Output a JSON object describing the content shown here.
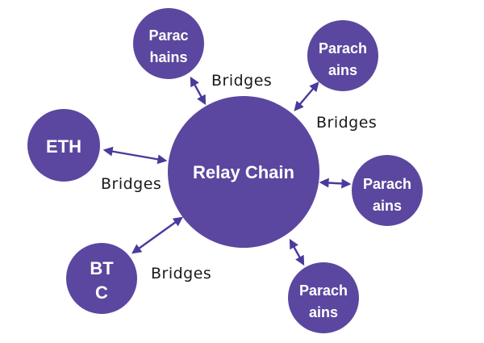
{
  "nodes": {
    "relay_chain": {
      "label": "Relay Chain",
      "color": "#5b479f"
    },
    "parachain_top_left": {
      "lines": [
        "Parac",
        "hains"
      ],
      "color": "#5b479f"
    },
    "parachain_top_right": {
      "lines": [
        "Parach",
        "ains"
      ],
      "color": "#5b479f"
    },
    "parachain_right": {
      "lines": [
        "Parach",
        "ains"
      ],
      "color": "#5b479f"
    },
    "parachain_bottom_right": {
      "lines": [
        "Parach",
        "ains"
      ],
      "color": "#5b479f"
    },
    "eth": {
      "label": "ETH",
      "color": "#5b479f"
    },
    "btc": {
      "lines": [
        "BT",
        "C"
      ],
      "color": "#5b479f"
    }
  },
  "bridges": {
    "top": "Bridges",
    "upper_right": "Bridges",
    "left": "Bridges",
    "bottom": "Bridges"
  },
  "arrow_color": "#4a3a9c"
}
